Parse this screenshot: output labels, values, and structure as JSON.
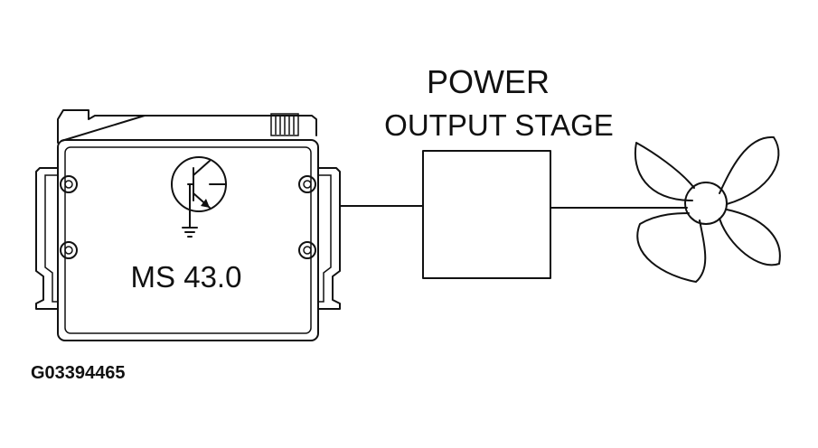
{
  "ecu": {
    "label": "MS 43.0",
    "icon": "transistor-icon"
  },
  "power_stage": {
    "title_line1": "POWER",
    "title_line2": "OUTPUT STAGE"
  },
  "fan": {
    "icon": "fan-icon"
  },
  "figure_id": "G03394465",
  "colors": {
    "stroke": "#111111",
    "background": "#ffffff"
  }
}
